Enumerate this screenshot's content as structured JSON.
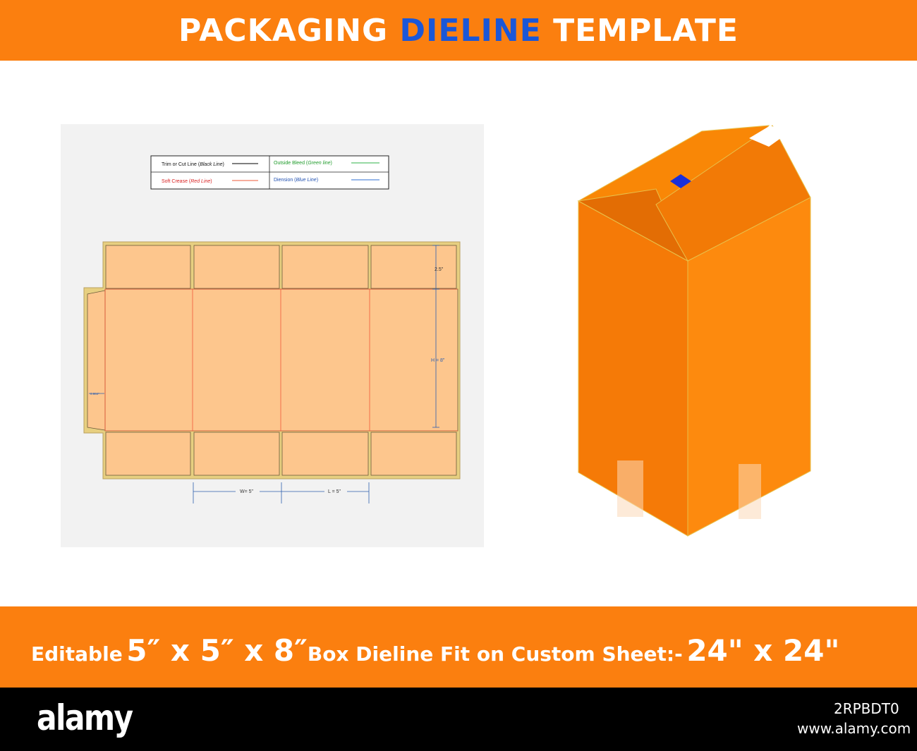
{
  "header": {
    "title_part1": "PACKAGING",
    "title_accent": "DIELINE",
    "title_part2": "TEMPLATE"
  },
  "legend": {
    "trim_label": "Trim or Cut  Line (",
    "trim_color": "Black Line",
    "bleed_label": "Outside Bleed (",
    "bleed_color": "Green line",
    "crease_label": "Soft Crease (",
    "crease_color": "Red  Line",
    "dimension_label": "Diension (",
    "dimension_color": "Blue Line",
    "close_paren": ")"
  },
  "dimensions": {
    "flap_height": "2.5\"",
    "height": "H = 8\"",
    "glue_flap": "0.984\"",
    "width": "W= 5\"",
    "length": "L = 5\""
  },
  "footer": {
    "editable": "Editable",
    "box_size": "5″ x 5″ x 8″",
    "middle": "Box Dieline Fit on Custom Sheet:-",
    "sheet_size": "24\" x 24\""
  },
  "watermark": {
    "logo": "alamy",
    "image_id": "2RPBDT0",
    "url": "www.alamy.com"
  },
  "colors": {
    "banner": "#fb7f0f",
    "accent": "#1a57d8",
    "panel_fill": "#fdc68d",
    "bleed": "#e7cf80",
    "crease": "#ef5a3a",
    "dimension": "#2f5fae",
    "box_front": "#f57a07",
    "box_side": "#fd8a0e",
    "box_top": "#f98706"
  },
  "icons": {
    "tape_tab": "square-tab",
    "stock_logo": "alamy-wordmark"
  }
}
